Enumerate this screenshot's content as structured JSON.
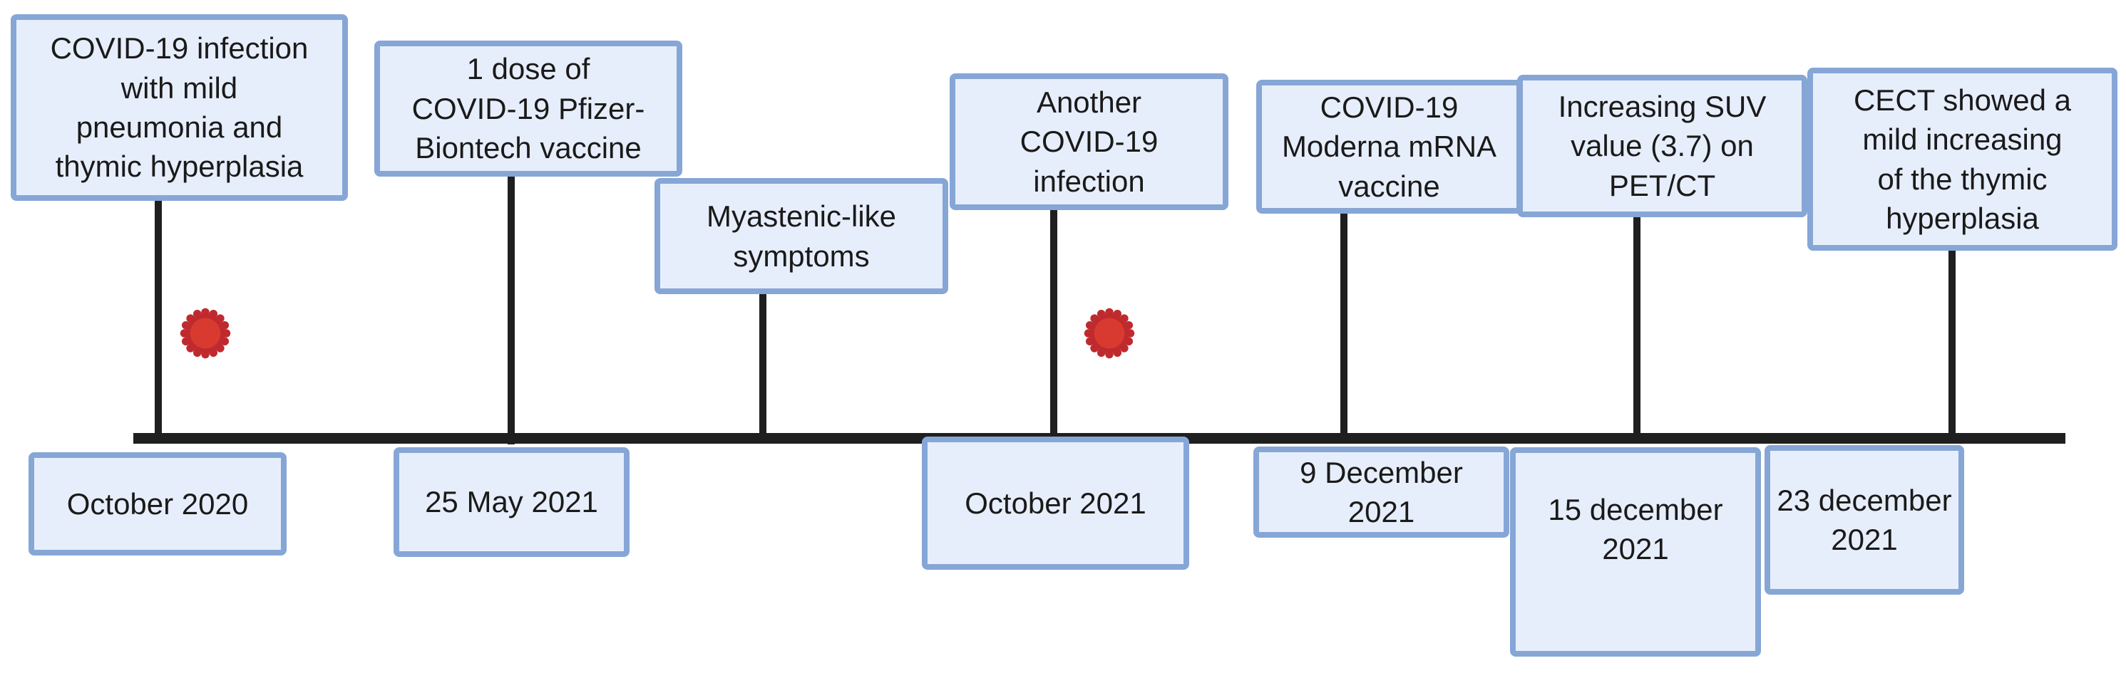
{
  "timeline": {
    "events": [
      {
        "label": "COVID-19 infection\nwith mild\npneumonia and\nthymic hyperplasia"
      },
      {
        "label": "1 dose of\nCOVID-19 Pfizer-\nBiontech vaccine"
      },
      {
        "label": "Myastenic-like\nsymptoms"
      },
      {
        "label": "Another\nCOVID-19\ninfection"
      },
      {
        "label": "COVID-19\nModerna mRNA\nvaccine"
      },
      {
        "label": "Increasing SUV\nvalue (3.7) on\nPET/CT"
      },
      {
        "label": "CECT showed a\nmild increasing\nof the thymic\nhyperplasia"
      }
    ],
    "dates": [
      {
        "label": "October 2020"
      },
      {
        "label": "25 May 2021"
      },
      {
        "label": "October 2021"
      },
      {
        "label": "9 December\n2021"
      },
      {
        "label": "15 december\n2021"
      },
      {
        "label": "23 december\n2021"
      }
    ],
    "icons": {
      "virus_icon_name": "covid-virus-icon",
      "virus_count": 2
    },
    "colors": {
      "box_fill": "#e7eefb",
      "box_border": "#86a6d6",
      "axis_line": "#1f1f1f",
      "virus_outer": "#bf2a2e",
      "virus_inner": "#d93a30",
      "text": "#1a1a1a"
    }
  }
}
